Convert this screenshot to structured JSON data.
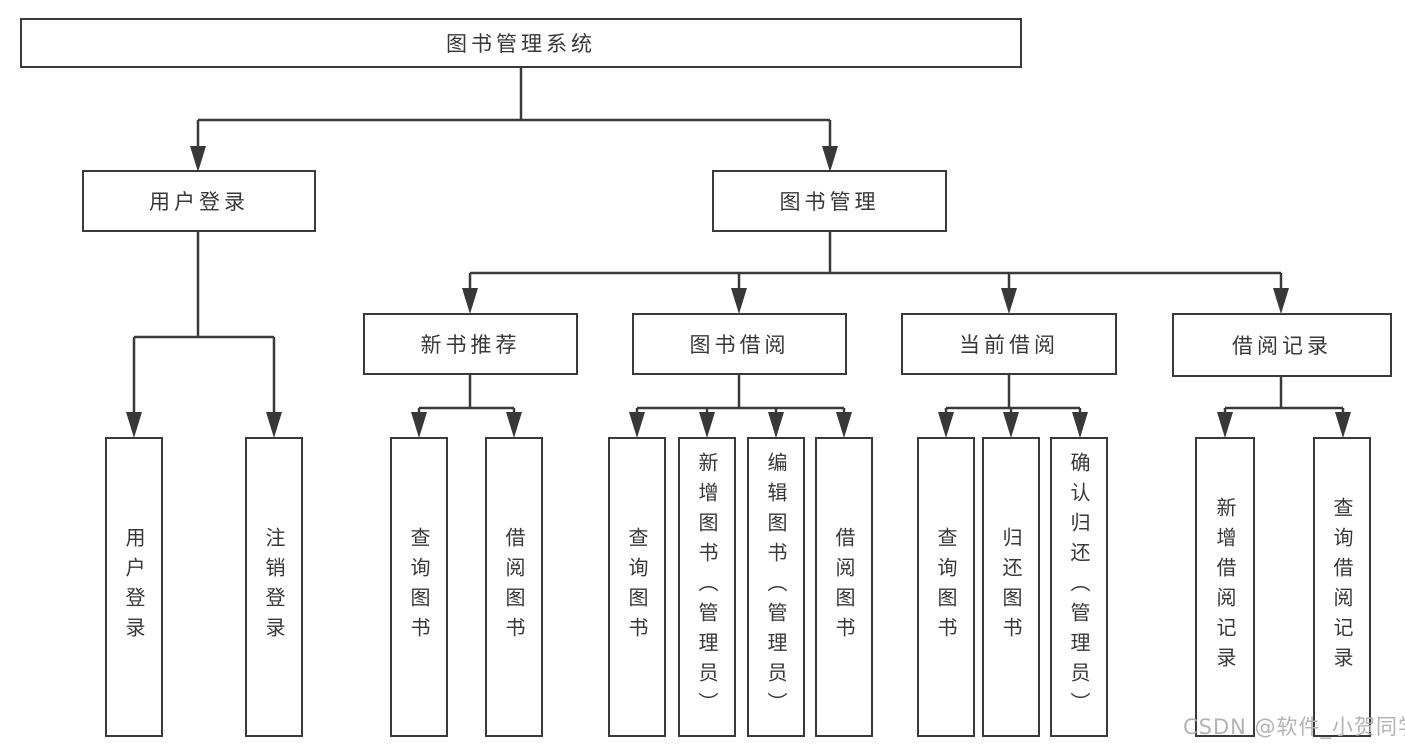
{
  "tree": {
    "root": {
      "label": "图书管理系统"
    },
    "branches": [
      {
        "label": "用户登录",
        "children": [
          {
            "label": "用户登录"
          },
          {
            "label": "注销登录"
          }
        ]
      },
      {
        "label": "图书管理",
        "children": [
          {
            "label": "新书推荐",
            "children": [
              {
                "label": "查询图书"
              },
              {
                "label": "借阅图书"
              }
            ]
          },
          {
            "label": "图书借阅",
            "children": [
              {
                "label": "查询图书"
              },
              {
                "label": "新增图书（管理员）"
              },
              {
                "label": "编辑图书（管理员）"
              },
              {
                "label": "借阅图书"
              }
            ]
          },
          {
            "label": "当前借阅",
            "children": [
              {
                "label": "查询图书"
              },
              {
                "label": "归还图书"
              },
              {
                "label": "确认归还（管理员）"
              }
            ]
          },
          {
            "label": "借阅记录",
            "children": [
              {
                "label": "新增借阅记录"
              },
              {
                "label": "查询借阅记录"
              }
            ]
          }
        ]
      }
    ]
  },
  "watermark": {
    "text": "CSDN @软件_小贺同学"
  },
  "colors": {
    "line": "#3a3a3a",
    "text": "#383838",
    "background": "#ffffff",
    "watermark": "#b3b3b3"
  }
}
